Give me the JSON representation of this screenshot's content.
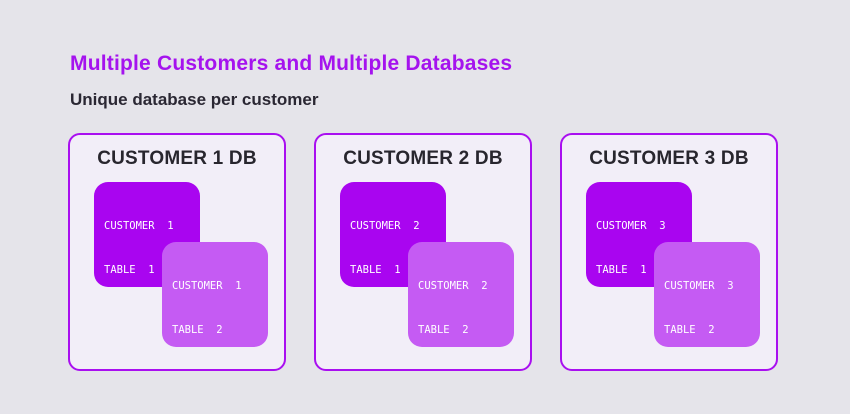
{
  "page": {
    "background_color": "#E5E4EA"
  },
  "header": {
    "title": "Multiple Customers and Multiple Databases",
    "subtitle": "Unique database per customer",
    "title_color": "#A513EE",
    "subtitle_color": "#2A2733"
  },
  "colors": {
    "card_border": "#A90FF0",
    "card_background": "#F2EEF8",
    "table1_background": "#A905F0",
    "table2_background": "#C55BF3",
    "table_text": "#FFFFFF"
  },
  "cards": [
    {
      "title": "CUSTOMER 1 DB",
      "tables": [
        {
          "lines": [
            "CUSTOMER  1",
            "TABLE  1"
          ]
        },
        {
          "lines": [
            "CUSTOMER  1",
            "TABLE  2"
          ]
        }
      ]
    },
    {
      "title": "CUSTOMER 2 DB",
      "tables": [
        {
          "lines": [
            "CUSTOMER  2",
            "TABLE  1"
          ]
        },
        {
          "lines": [
            "CUSTOMER  2",
            "TABLE  2"
          ]
        }
      ]
    },
    {
      "title": "CUSTOMER 3 DB",
      "tables": [
        {
          "lines": [
            "CUSTOMER  3",
            "TABLE  1"
          ]
        },
        {
          "lines": [
            "CUSTOMER  3",
            "TABLE  2"
          ]
        }
      ]
    }
  ]
}
